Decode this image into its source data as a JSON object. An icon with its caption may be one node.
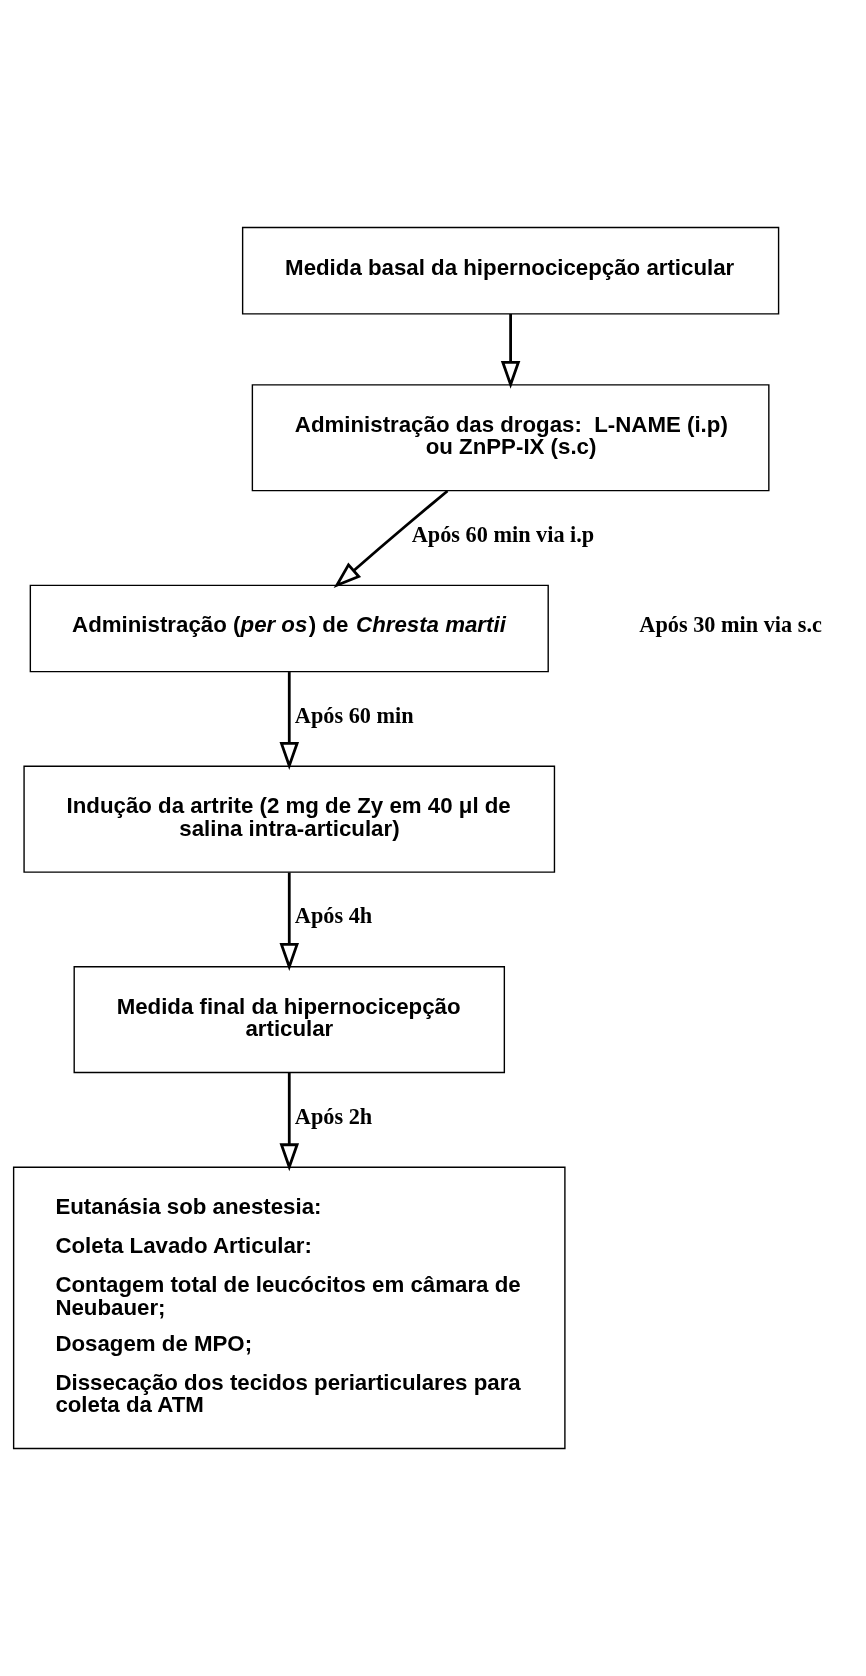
{
  "diagram": {
    "nodes": [
      {
        "text": [
          "Medida basal da hipernocicepção articular"
        ]
      },
      {
        "text": [
          "Administração das drogas:  L-NAME (i.p) ou ZnPP-IX (s.c)"
        ]
      },
      {
        "text": [
          "Administração (*per os*) de *Chresta martii*"
        ]
      },
      {
        "text": [
          "Indução da artrite (2 mg de Zy em 40 μl de salina intra-articular)"
        ]
      },
      {
        "text": [
          "Medida final da hipernocicepção articular"
        ]
      },
      {
        "text": [
          "Eutanásia sob anestesia:",
          "Coleta Lavado Articular:",
          "Contagem total de leucócitos em câmara de Neubauer;",
          "Dosagem de MPO;",
          "Dissecação dos tecidos periarticulares para coleta da ATM"
        ]
      }
    ],
    "edges": [
      {
        "from": 0,
        "to": 1,
        "arrow": "to"
      },
      {
        "from": 1,
        "to": 2,
        "arrow": "to",
        "label": "Após 60 min via i.p"
      },
      {
        "from": 2,
        "to": 3,
        "arrow": "to",
        "label": "Após 60 min"
      },
      {
        "from": 3,
        "to": 4,
        "arrow": "to",
        "label": "Após 4h"
      },
      {
        "from": 4,
        "to": 5,
        "arrow": "to",
        "label": "Após 2h"
      }
    ],
    "labels": [
      "Após 30 min via s.c"
    ]
  }
}
